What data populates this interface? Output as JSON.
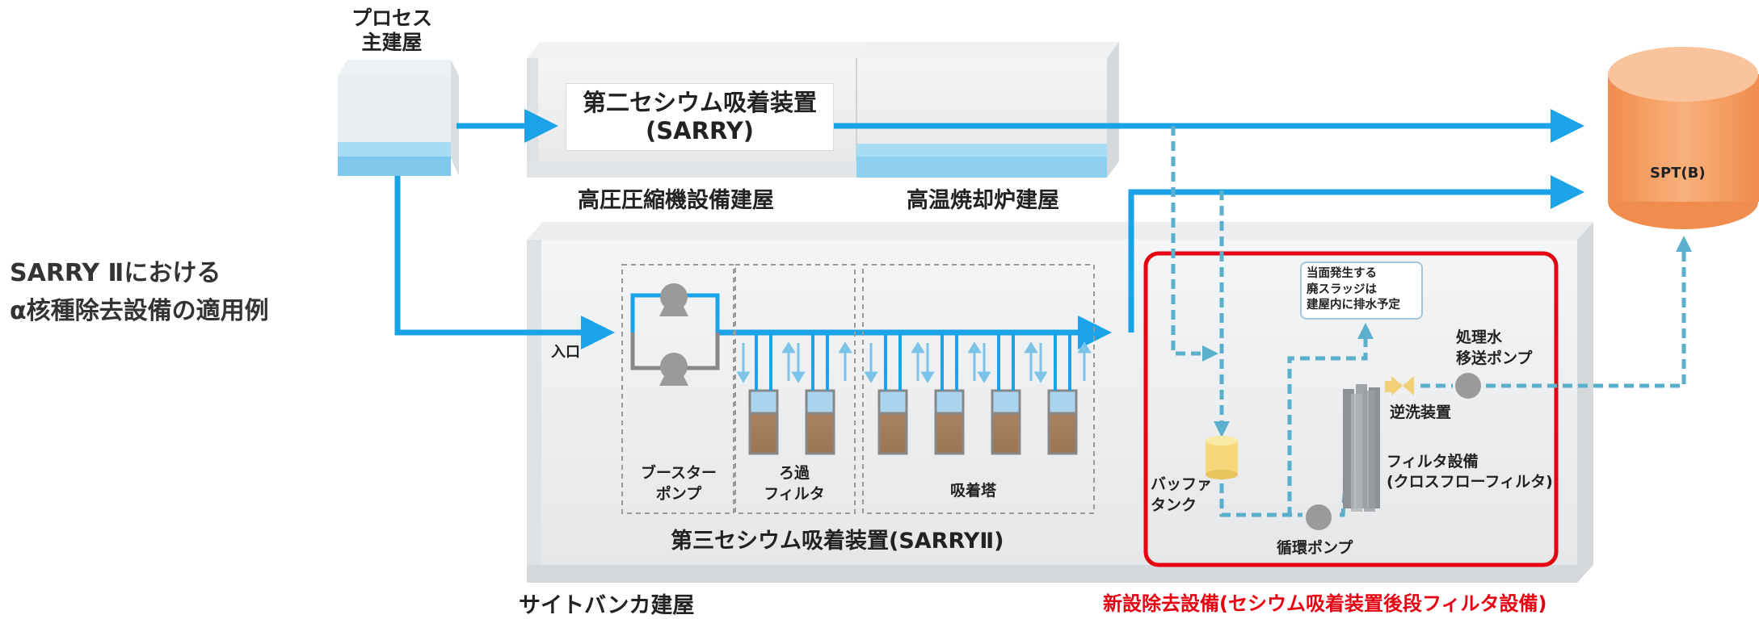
{
  "side_title": {
    "line1": "SARRY Ⅱにおける",
    "line2": "α核種除去設備の適用例"
  },
  "buildings": {
    "process": {
      "line1": "プロセス",
      "line2": "主建屋"
    },
    "high_pressure": "高圧圧縮機設備建屋",
    "incinerator": "高温焼却炉建屋",
    "site_bunker": "サイトバンカ建屋"
  },
  "sarry": {
    "line1": "第二セシウム吸着装置",
    "line2": "(SARRY)"
  },
  "sarry2_label": "第三セシウム吸着装置(SARRYⅡ)",
  "inlet": "入口",
  "booster_pump": {
    "line1": "ブースター",
    "line2": "ポンプ"
  },
  "filter": {
    "line1": "ろ過",
    "line2": "フィルタ"
  },
  "adsorption_tower": "吸着塔",
  "spt": "SPT(B)",
  "new_facility": {
    "note": {
      "line1": "当面発生する",
      "line2": "廃スラッジは",
      "line3": "建屋内に排水予定"
    },
    "treated_water_pump": {
      "line1": "処理水",
      "line2": "移送ポンプ"
    },
    "backwash": "逆洗装置",
    "filter_equipment": {
      "line1": "フィルタ設備",
      "line2": "(クロスフローフィルタ)"
    },
    "buffer_tank": {
      "line1": "バッファ",
      "line2": "タンク"
    },
    "circulation_pump": "循環ポンプ",
    "caption": "新設除去設備(セシウム吸着装置後段フィルタ設備)"
  },
  "colors": {
    "flow": "#1aa3e8",
    "dashed": "#5ab0cc",
    "highlight": "#e60012",
    "spt": "#f5a56a"
  }
}
